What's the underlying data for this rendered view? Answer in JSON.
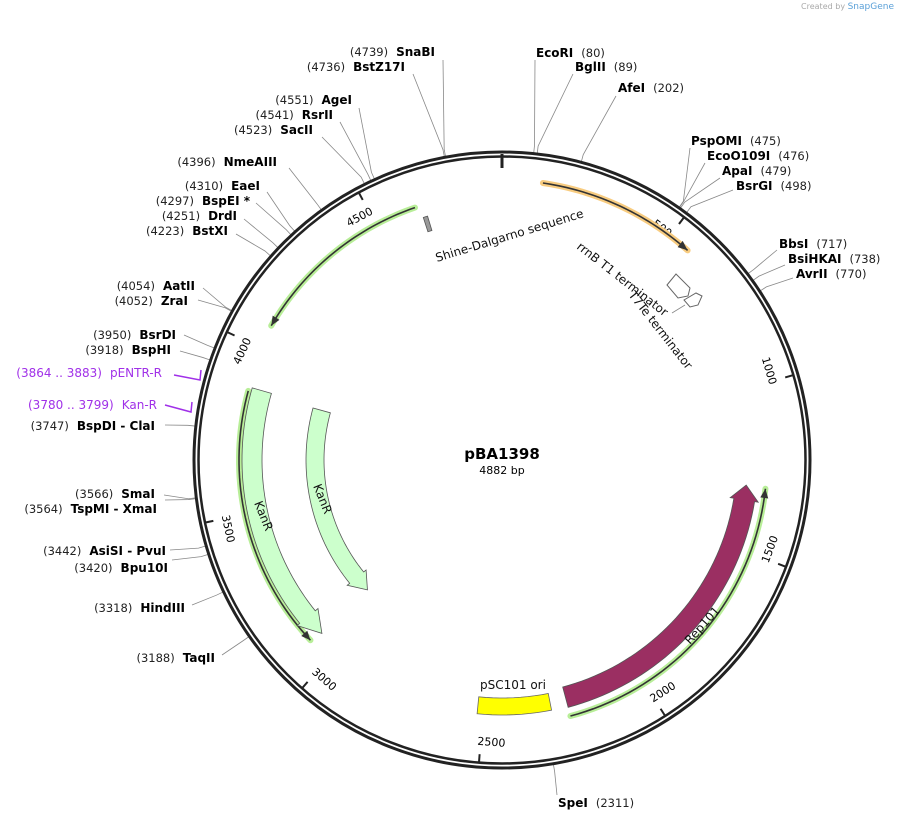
{
  "watermark": {
    "prefix": "Created by",
    "brand": "SnapGene"
  },
  "plasmid": {
    "name": "pBA1398",
    "length_label": "4882 bp",
    "length_bp": 4882
  },
  "ticks": [
    "500",
    "1000",
    "1500",
    "2000",
    "2500",
    "3000",
    "3500",
    "4000",
    "4500"
  ],
  "enzymes": [
    {
      "name": "EcoRI",
      "pos": "(80)",
      "bp": 80
    },
    {
      "name": "BglII",
      "pos": "(89)",
      "bp": 89
    },
    {
      "name": "AfeI",
      "pos": "(202)",
      "bp": 202
    },
    {
      "name": "PspOMI",
      "pos": "(475)",
      "bp": 475
    },
    {
      "name": "EcoO109I",
      "pos": "(476)",
      "bp": 476
    },
    {
      "name": "ApaI",
      "pos": "(479)",
      "bp": 479
    },
    {
      "name": "BsrGI",
      "pos": "(498)",
      "bp": 498
    },
    {
      "name": "BbsI",
      "pos": "(717)",
      "bp": 717
    },
    {
      "name": "BsiHKAI",
      "pos": "(738)",
      "bp": 738
    },
    {
      "name": "AvrII",
      "pos": "(770)",
      "bp": 770
    },
    {
      "name": "SpeI",
      "pos": "(2311)",
      "bp": 2311
    },
    {
      "name": "SnaBI",
      "pos": "(4739)",
      "bp": 4739
    },
    {
      "name": "BstZ17I",
      "pos": "(4736)",
      "bp": 4736
    },
    {
      "name": "AgeI",
      "pos": "(4551)",
      "bp": 4551
    },
    {
      "name": "RsrII",
      "pos": "(4541)",
      "bp": 4541
    },
    {
      "name": "SacII",
      "pos": "(4523)",
      "bp": 4523
    },
    {
      "name": "NmeAIII",
      "pos": "(4396)",
      "bp": 4396
    },
    {
      "name": "EaeI",
      "pos": "(4310)",
      "bp": 4310
    },
    {
      "name": "BspEI *",
      "pos": "(4297)",
      "bp": 4297
    },
    {
      "name": "DrdI",
      "pos": "(4251)",
      "bp": 4251
    },
    {
      "name": "BstXI",
      "pos": "(4223)",
      "bp": 4223
    },
    {
      "name": "AatII",
      "pos": "(4054)",
      "bp": 4054
    },
    {
      "name": "ZraI",
      "pos": "(4052)",
      "bp": 4052
    },
    {
      "name": "BsrDI",
      "pos": "(3950)",
      "bp": 3950
    },
    {
      "name": "BspHI",
      "pos": "(3918)",
      "bp": 3918
    },
    {
      "name": "BspDI  - ClaI",
      "pos": "(3747)",
      "bp": 3747
    },
    {
      "name": "SmaI",
      "pos": "(3566)",
      "bp": 3566
    },
    {
      "name": "TspMI  - XmaI",
      "pos": "(3564)",
      "bp": 3564
    },
    {
      "name": "AsiSI  - PvuI",
      "pos": "(3442)",
      "bp": 3442
    },
    {
      "name": "Bpu10I",
      "pos": "(3420)",
      "bp": 3420
    },
    {
      "name": "HindIII",
      "pos": "(3318)",
      "bp": 3318
    },
    {
      "name": "TaqII",
      "pos": "(3188)",
      "bp": 3188
    }
  ],
  "primers": [
    {
      "name": "pENTR-R",
      "range": "(3864 .. 3883)",
      "bp": 3873
    },
    {
      "name": "Kan-R",
      "range": "(3780 .. 3799)",
      "bp": 3790
    }
  ],
  "features": {
    "shine_dalgarno": "Shine-Dalgarno sequence",
    "rrnb": "rrnB T1 terminator",
    "t7te": "T7Te terminator",
    "kanr1": "KanR",
    "kanr2": "KanR",
    "rep101": "Rep101",
    "psc101": "pSC101 ori"
  },
  "colors": {
    "kanr": "#ccffcc",
    "rep101": "#9b2f62",
    "psc101": "#ffff00",
    "glow_green": "#b8ee98",
    "glow_orange": "#f8cc80",
    "primer": "#a030e8"
  }
}
